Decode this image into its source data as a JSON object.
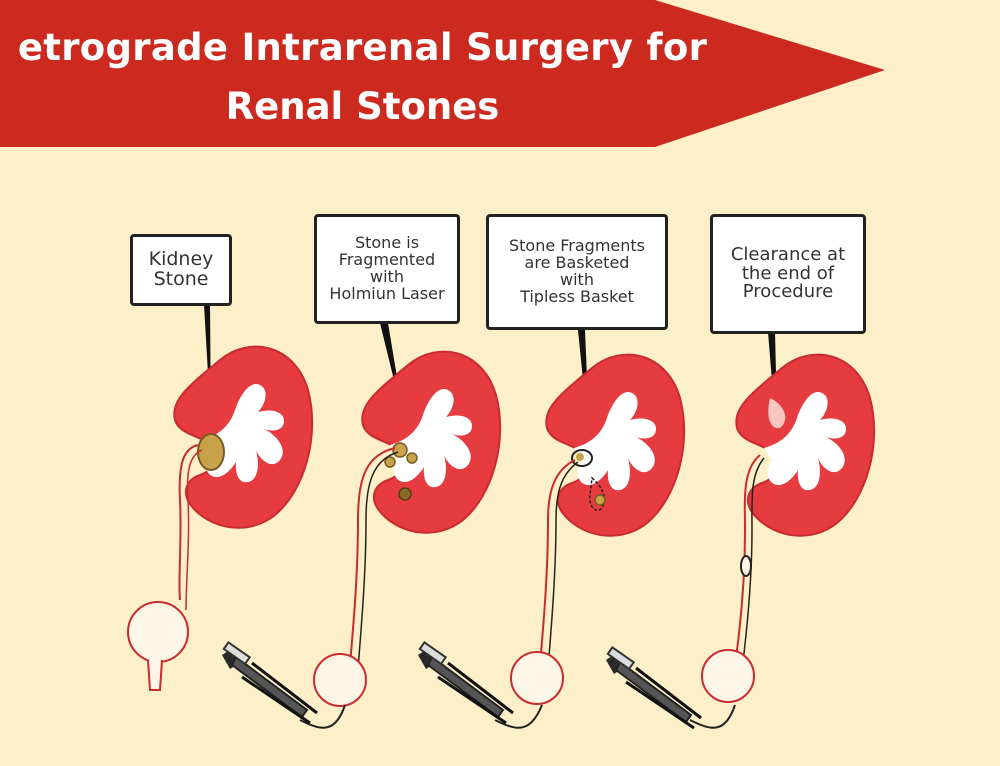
{
  "title": {
    "line1": "etrograde Intrarenal Surgery for",
    "line2": "Renal Stones"
  },
  "colors": {
    "background": "#fdf0c8",
    "banner": "#cc2a1f",
    "kidney": "#e63b3f",
    "stone": "#c8a24a"
  },
  "stages": [
    {
      "label": "Kidney\nStone"
    },
    {
      "label": "Stone is\nFragmented\nwith\nHolmiun Laser"
    },
    {
      "label": "Stone Fragments\nare Basketed\nwith\nTipless Basket"
    },
    {
      "label": "Clearance at\nthe end of\nProcedure"
    }
  ]
}
